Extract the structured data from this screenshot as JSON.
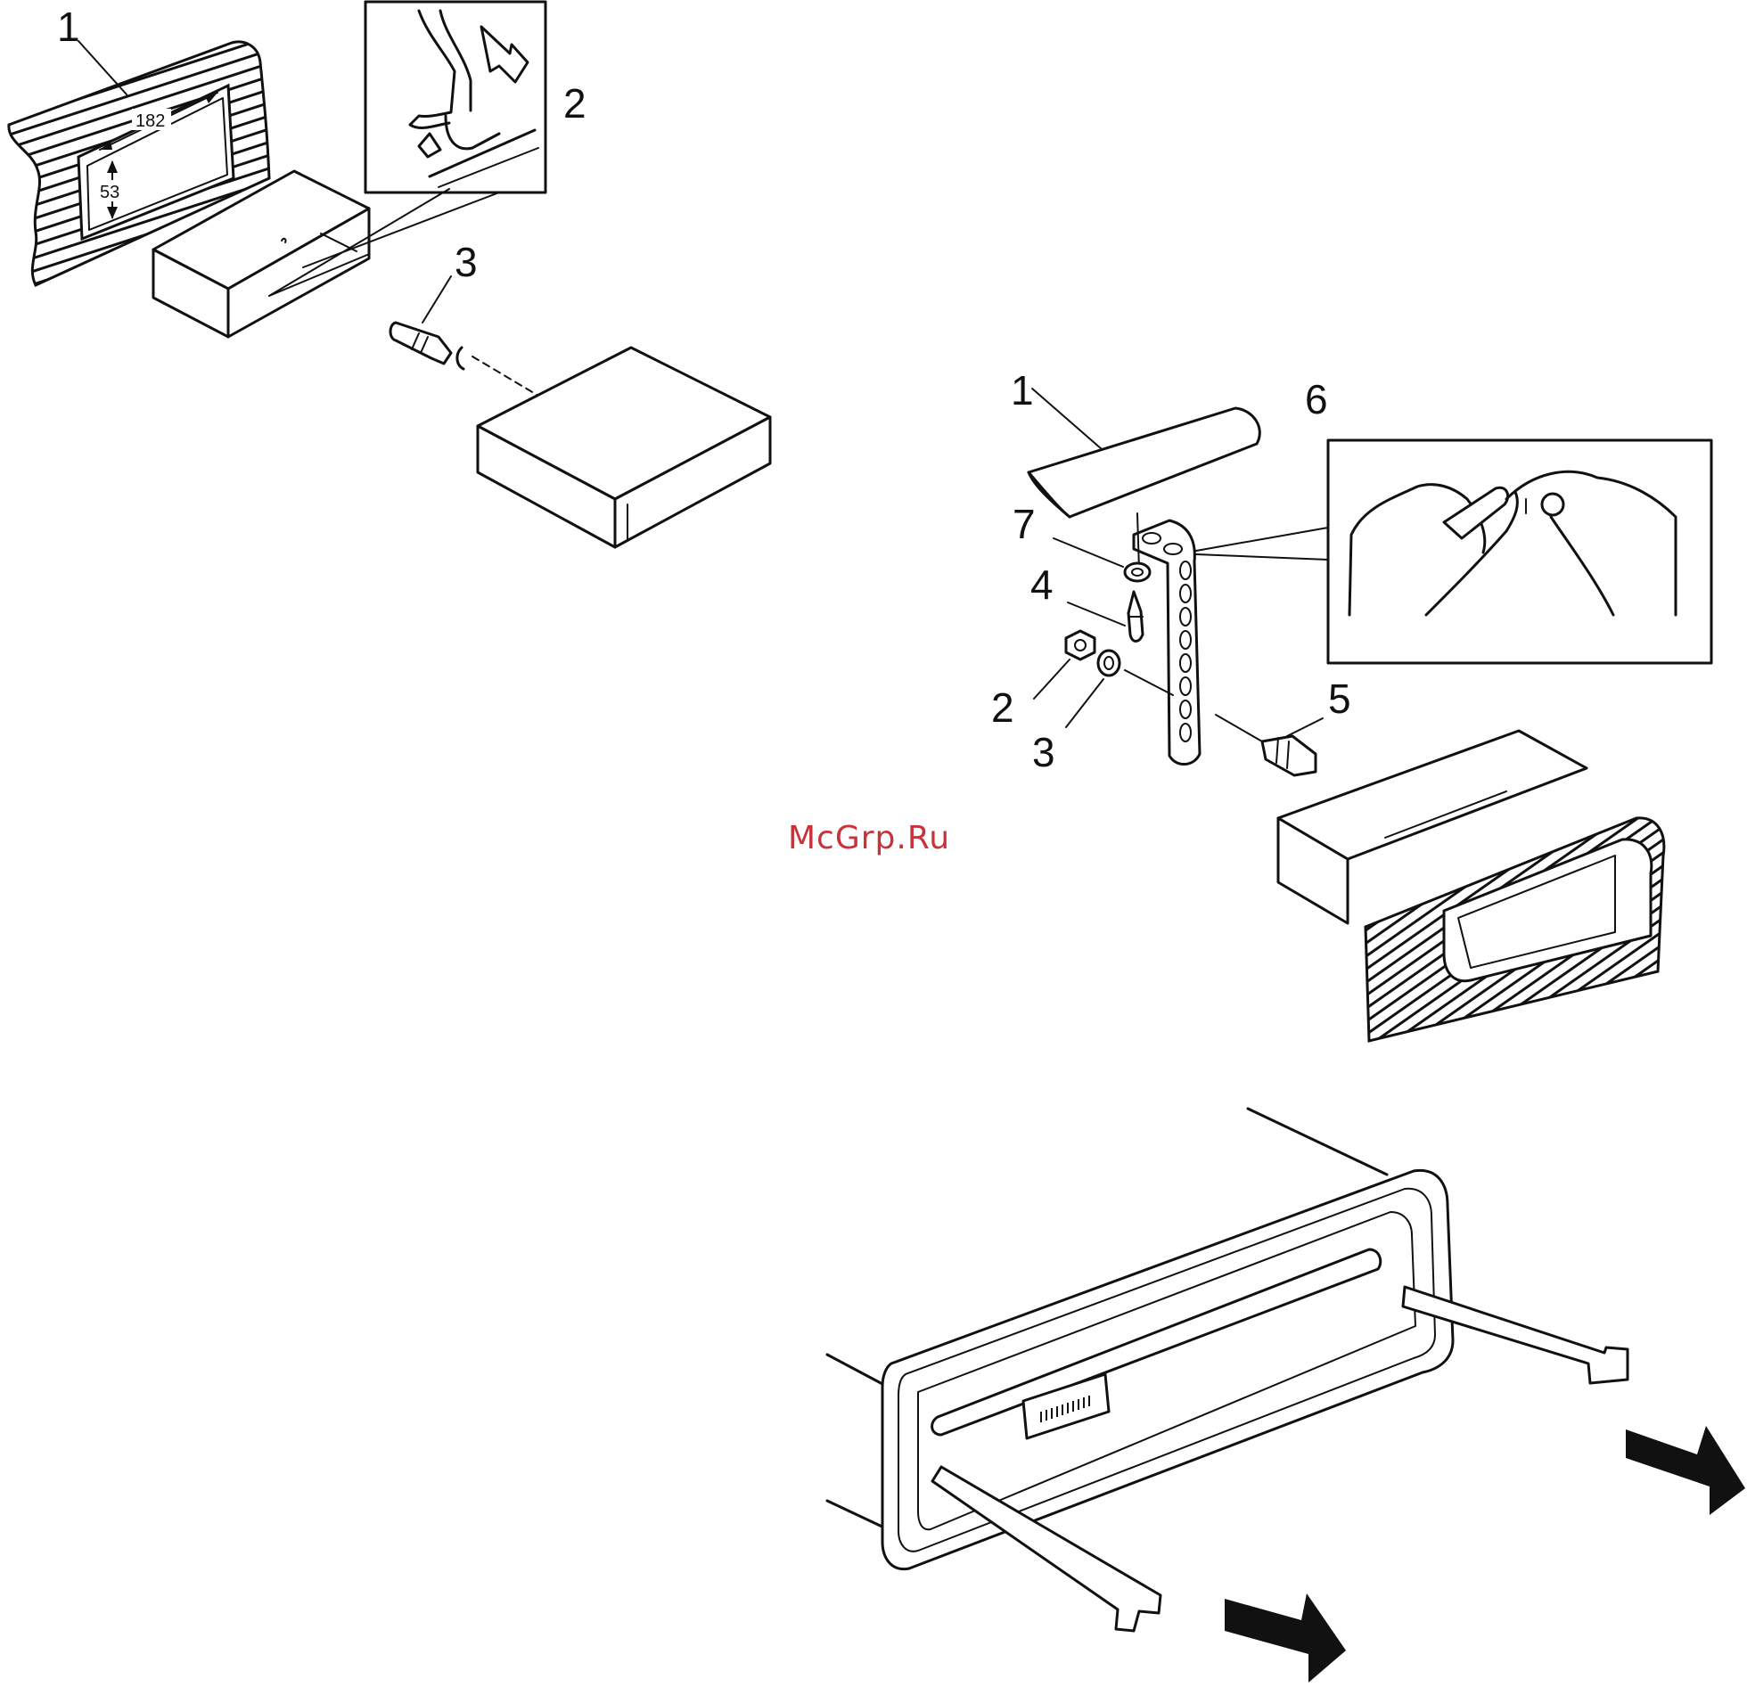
{
  "diagram": {
    "panel_a": {
      "callouts": [
        "1",
        "2",
        "3"
      ],
      "dimensions": {
        "width": "182",
        "height": "53"
      }
    },
    "panel_b": {
      "callouts": [
        "1",
        "6",
        "7",
        "4",
        "2",
        "3",
        "5"
      ]
    }
  },
  "watermark": "McGrp.Ru",
  "colors": {
    "line": "#111111",
    "watermark": "#c8333a",
    "background": "#ffffff"
  }
}
